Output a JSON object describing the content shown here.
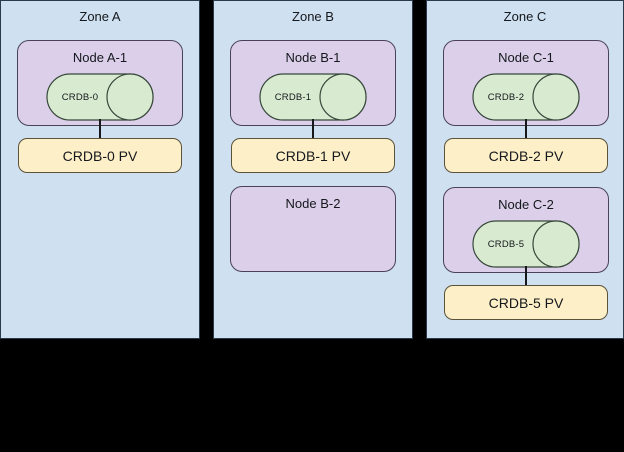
{
  "diagram": {
    "title_note": "",
    "colors": {
      "zone_fill": "#cfe0f1",
      "zone_stroke": "#2b3a4a",
      "node_fill": "#dbcfea",
      "node_stroke": "#4a4258",
      "pv_fill": "#fdf0c8",
      "pv_stroke": "#5b523a",
      "db_fill": "#d8ead0",
      "db_stroke": "#38483a",
      "background": "#000000"
    }
  },
  "zones": [
    {
      "id": "zone-a",
      "label": "Zone A",
      "nodes": [
        {
          "id": "node-a-1",
          "label": "Node A-1",
          "database": {
            "id": "crdb-0",
            "label": "CRDB-0"
          },
          "pv": {
            "id": "crdb-0-pv",
            "label": "CRDB-0 PV"
          }
        }
      ]
    },
    {
      "id": "zone-b",
      "label": "Zone B",
      "nodes": [
        {
          "id": "node-b-1",
          "label": "Node B-1",
          "database": {
            "id": "crdb-1",
            "label": "CRDB-1"
          },
          "pv": {
            "id": "crdb-1-pv",
            "label": "CRDB-1 PV"
          }
        },
        {
          "id": "node-b-2",
          "label": "Node B-2",
          "database": null,
          "pv": null
        }
      ]
    },
    {
      "id": "zone-c",
      "label": "Zone C",
      "nodes": [
        {
          "id": "node-c-1",
          "label": "Node C-1",
          "database": {
            "id": "crdb-2",
            "label": "CRDB-2"
          },
          "pv": {
            "id": "crdb-2-pv",
            "label": "CRDB-2 PV"
          }
        },
        {
          "id": "node-c-2",
          "label": "Node C-2",
          "database": {
            "id": "crdb-5",
            "label": "CRDB-5"
          },
          "pv": {
            "id": "crdb-5-pv",
            "label": "CRDB-5 PV"
          }
        }
      ]
    }
  ]
}
